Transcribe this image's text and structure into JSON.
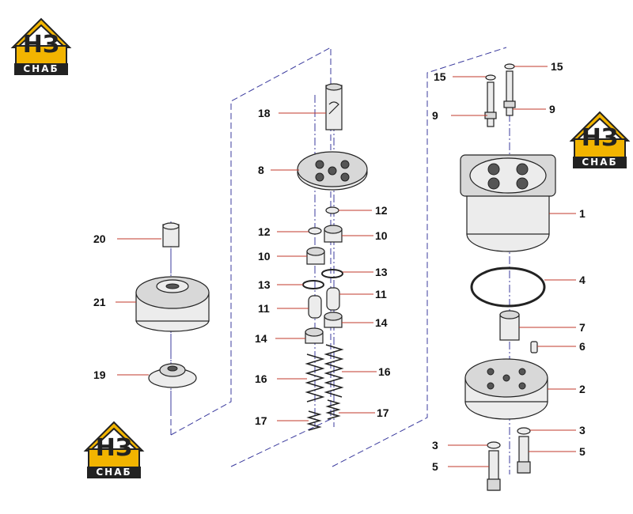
{
  "brand": {
    "logo_mark": "НЗ",
    "logo_text": "СНАБ",
    "accent_color": "#f2b400",
    "dark_color": "#222222"
  },
  "callouts": [
    "1",
    "2",
    "3",
    "3",
    "4",
    "5",
    "5",
    "6",
    "7",
    "8",
    "9",
    "9",
    "10",
    "10",
    "11",
    "11",
    "12",
    "12",
    "13",
    "13",
    "14",
    "14",
    "15",
    "15",
    "16",
    "16",
    "17",
    "17",
    "18",
    "19",
    "20",
    "21"
  ],
  "labels": {
    "l1": "1",
    "l2": "2",
    "l3a": "3",
    "l3b": "3",
    "l4": "4",
    "l5a": "5",
    "l5b": "5",
    "l6": "6",
    "l7": "7",
    "l8": "8",
    "l9a": "9",
    "l9b": "9",
    "l10a": "10",
    "l10b": "10",
    "l11a": "11",
    "l11b": "11",
    "l12a": "12",
    "l12b": "12",
    "l13a": "13",
    "l13b": "13",
    "l14a": "14",
    "l14b": "14",
    "l15a": "15",
    "l15b": "15",
    "l16a": "16",
    "l16b": "16",
    "l17a": "17",
    "l17b": "17",
    "l18": "18",
    "l19": "19",
    "l20": "20",
    "l21": "21"
  }
}
